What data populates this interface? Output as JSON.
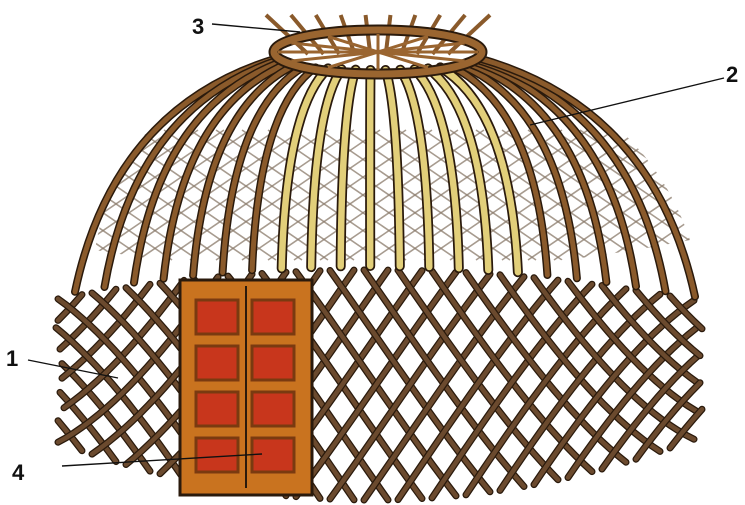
{
  "diagram": {
    "labels": [
      {
        "id": "lattice-wall",
        "text": "1"
      },
      {
        "id": "roof-pole",
        "text": "2"
      },
      {
        "id": "crown-ring",
        "text": "3"
      },
      {
        "id": "door",
        "text": "4"
      }
    ],
    "colors": {
      "roof_pole": "#8a5a2b",
      "roof_pole_light": "#e2cf7a",
      "lattice": "#6b4a2e",
      "crown": "#9a6530",
      "door_frame": "#c9731f",
      "door_panel": "#c8361c",
      "door_panel_border": "#7a3a10",
      "outline": "#2a1a0c"
    }
  }
}
